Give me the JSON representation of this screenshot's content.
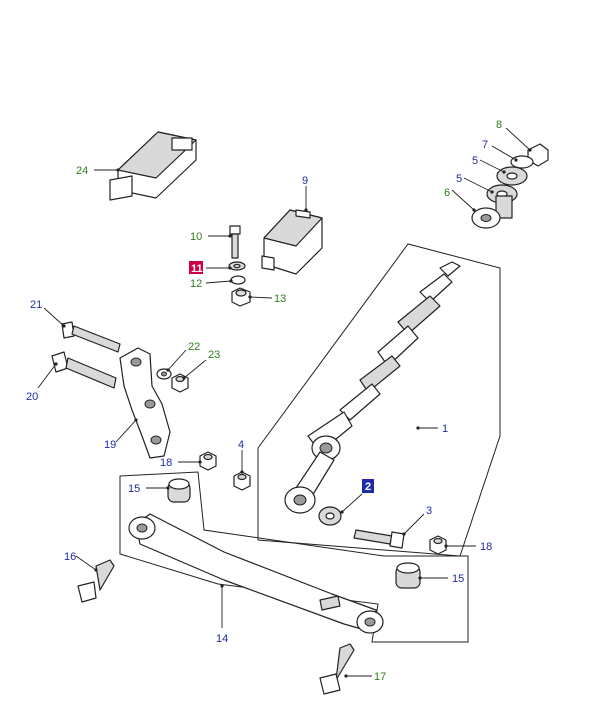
{
  "diagram": {
    "colors": {
      "blue_label": "#1f2aa8",
      "green_label": "#2e7d1e",
      "highlight_fill": "#cc0044",
      "callout_fill": "#1f2aa8"
    },
    "callouts": {
      "c1": "1",
      "c2": "2",
      "c3": "3",
      "c4": "4",
      "c5a": "5",
      "c5b": "5",
      "c6": "6",
      "c7": "7",
      "c8": "8",
      "c9": "9",
      "c10": "10",
      "c11": "11",
      "c12": "12",
      "c13": "13",
      "c14": "14",
      "c15a": "15",
      "c15b": "15",
      "c16": "16",
      "c17": "17",
      "c18a": "18",
      "c18b": "18",
      "c19": "19",
      "c20": "20",
      "c21": "21",
      "c22": "22",
      "c23": "23",
      "c24": "24"
    }
  }
}
